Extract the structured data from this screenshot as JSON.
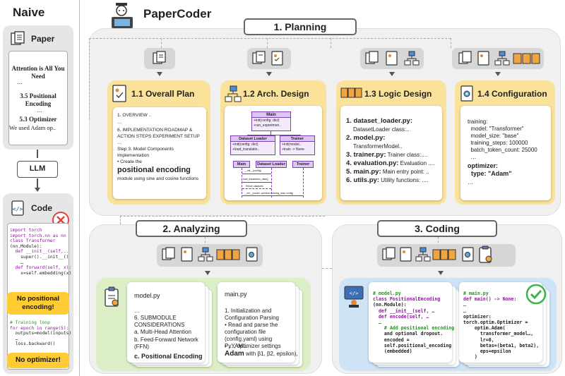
{
  "naive": {
    "title": "Naive",
    "paper_label": "Paper",
    "paper_lines": [
      "Attention is All You Need",
      "3.5 Positional Encoding",
      "5.3 Optimizer",
      "We used Adam op.."
    ],
    "paper_dots1": "…",
    "paper_dots2": "…",
    "llm": "LLM",
    "code_label": "Code",
    "code_lines": [
      "import torch",
      "import torch.nn as nn",
      "",
      "class Transformer",
      "(nn.Module):",
      "  def __init__(self,..",
      "    super().__init__()",
      "    …",
      "",
      "  def forward(self, x):",
      "    x=self.embedding(x)"
    ],
    "warn1": "No positional encoding!",
    "code_lines2": [
      "# Training loop",
      "for epoch in range(5):",
      "  outputs=model(inputs)",
      "  …",
      "  loss.backward()"
    ],
    "warn2": "No optimizer!"
  },
  "header": {
    "title": "PaperCoder"
  },
  "planning": {
    "title": "1. Planning",
    "plan": {
      "title": "1.1 Overall Plan",
      "lines": [
        "1. OVERVIEW ..",
        "…",
        "6. IMPLEMENTATION ROADMAP & ACTION STEPS EXPERIMENT SETUP",
        "…",
        "Step 3. Model Components Implementation",
        "• Create the"
      ],
      "bold": "positional encoding",
      "tail": "module using sine and cosine functions"
    },
    "arch": {
      "title": "1.2 Arch. Design",
      "main_box": "Main",
      "main_items": [
        "+init(config: dict)",
        "+run_experimen.."
      ],
      "dl_box": "Dataset Loader",
      "dl_items": [
        "+init(config: dict)",
        "+load_translatio.."
      ],
      "tr_box": "Trainer",
      "tr_items": [
        "+init(model..",
        "+train -> None"
      ],
      "seq_heads": [
        "Main",
        "Dataset Loader",
        "Trainer"
      ],
      "seq_msgs": [
        "__init__(config)",
        "load_translation_data()",
        "Return datasets",
        "__init__(model, optimizer, training_data, config)"
      ]
    },
    "logic": {
      "title": "1.3 Logic Design",
      "items": [
        {
          "num": "1.",
          "file": "dataset_loader.py:",
          "desc": ""
        },
        {
          "num": "",
          "file": "",
          "desc": "DatasetLoader class:.."
        },
        {
          "num": "2.",
          "file": "model.py:",
          "desc": ""
        },
        {
          "num": "",
          "file": "",
          "desc": "TransformerModel.."
        },
        {
          "num": "3.",
          "file": "trainer.py:",
          "desc": " Trainer class:...."
        },
        {
          "num": "4.",
          "file": "evaluation.py:",
          "desc": " Evaluation ...."
        },
        {
          "num": "5.",
          "file": "main.py:",
          "desc": " Main entry point: .."
        },
        {
          "num": "6.",
          "file": "utils.py:",
          "desc": " Utility functions: ...."
        }
      ]
    },
    "config": {
      "title": "1.4 Configuration",
      "lines": [
        "training:",
        "  model: \"Transformer\"",
        "  model_size: \"base\"",
        "  training_steps: 100000",
        "  batch_token_count: 25000",
        "  …"
      ],
      "bold1": "optimizer:",
      "bold2": "  type: \"Adam\"",
      "tail": "…"
    }
  },
  "analyzing": {
    "title": "2. Analyzing",
    "model": {
      "file": "model.py",
      "lines": [
        "…",
        "6. SUBMODULE CONSIDERATIONS",
        "a.  Multi-Head Attention",
        "b.  Feed-Forward Network (FFN)"
      ],
      "bold": "c.  Positional Encoding"
    },
    "main": {
      "file": "main.py",
      "lines": [
        "1. Initialization and Configuration Parsing",
        "• Read and parse the configuration file (config.yaml) using PyYAML.",
        "• …, optimizer settings"
      ],
      "bold": "Adam",
      "tail": " with β1, β2, epsilon),"
    }
  },
  "coding": {
    "title": "3. Coding",
    "model_code": [
      "# model.py",
      "class PositionalEncoding",
      "(nn.Module):",
      "",
      "  def __init__(self, …",
      "  def encode(self, …",
      "  …",
      "    # Add positional encoding",
      "    and optional dropout.",
      "    encoded =",
      "    self.positional_encoding",
      "    (embedded)"
    ],
    "main_code": [
      "# main.py",
      "def main() -> None:",
      "…",
      "…",
      "optimizer:",
      "torch.optim.Optimizer =",
      "    optim.Adam(",
      "      transformer_model…,",
      "      lr=0,",
      "      betas=(beta1, beta2),",
      "      eps=epsilon",
      "    )"
    ]
  },
  "colors": {
    "yellow": "#fbe29a",
    "green": "#dcefc6",
    "blue": "#cfe3f7",
    "red": "#e04040",
    "check": "#3db34a",
    "warn": "#ffcc33"
  }
}
